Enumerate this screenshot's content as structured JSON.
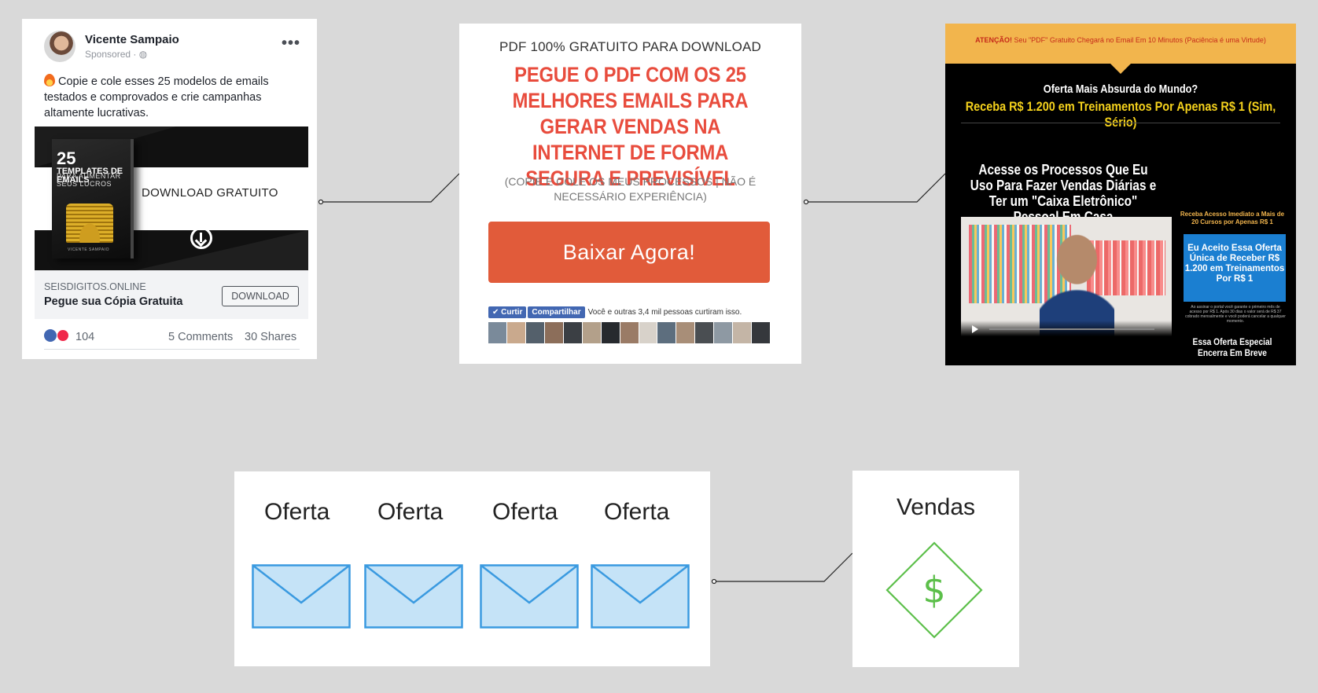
{
  "fb_ad": {
    "author": "Vicente Sampaio",
    "sponsored": "Sponsored · ",
    "menu": "•••",
    "text": "Copie e cole esses 25 modelos de emails testados e comprovados e crie campanhas altamente lucrativas.",
    "book_number": "25",
    "book_title": "TEMPLATES DE EMAILS",
    "book_subtitle": "PARA AUMENTAR SEUS LUCROS",
    "book_author": "VICENTE SAMPAIO",
    "image_cta": "DOWNLOAD GRATUITO",
    "domain": "SEISDIGITOS.ONLINE",
    "headline": "Pegue sua Cópia Gratuita",
    "cta_button": "DOWNLOAD",
    "reactions": "104",
    "comments": "5 Comments",
    "shares": "30 Shares"
  },
  "landing": {
    "top_line": "PDF 100% GRATUITO PARA DOWNLOAD",
    "headline": "PEGUE O PDF COM OS 25 MELHORES EMAILS PARA GERAR VENDAS NA INTERNET DE FORMA SEGURA E PREVISÍVEL",
    "subline": "(COPIE E COLE OS MEUS PROCESSOS | NÃO É NECESSÁRIO EXPERIÊNCIA)",
    "button": "Baixar Agora!",
    "like_button": "✔ Curtir",
    "share_button": "Compartilhar",
    "social_text": "Você e outras 3,4 mil pessoas curtiram isso.",
    "accent_color": "#e84c3d",
    "button_color": "#e15b3a"
  },
  "vsl": {
    "alert_label": "ATENÇÃO!",
    "alert_text": " Seu \"PDF\" Gratuito Chegará no Email Em 10 Minutos (Paciência é uma Virtude)",
    "question": "Oferta Mais Absurda do Mundo?",
    "offer": "Receba R$ 1.200 em Treinamentos Por Apenas R$ 1 (Sim, Sério)",
    "headline": "Acesse os Processos Que Eu Uso Para Fazer Vendas Diárias e Ter um \"Caixa Eletrônico\" Pessoal Em Casa",
    "side_note": "Receba Acesso Imediato a Mais de 20 Cursos por Apenas R$ 1",
    "side_button": "Eu Aceito Essa Oferta Única de Receber R$ 1.200 em Treinamentos Por R$ 1",
    "fine_print": "Ao assinar o portal você garante o primeiro mês de acesso por R$ 1. Após 30 dias o valor será de R$ 37 cobrado mensalmente e você poderá cancelar a qualquer momento.",
    "closing": "Essa Oferta Especial Encerra Em Breve"
  },
  "offers": {
    "labels": [
      "Oferta",
      "Oferta",
      "Oferta",
      "Oferta"
    ],
    "envelope_fill": "#c5e3f7",
    "envelope_stroke": "#3a9ae0"
  },
  "sales": {
    "label": "Vendas",
    "icon": "dollar-diamond-icon",
    "icon_color": "#5cbf4a"
  }
}
